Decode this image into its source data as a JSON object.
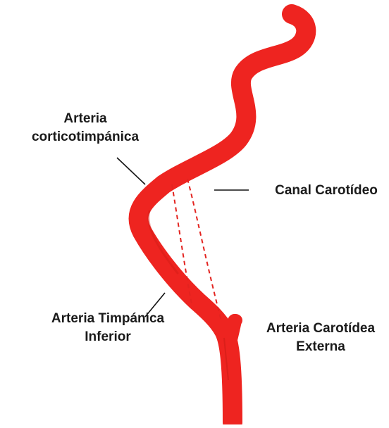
{
  "labels": {
    "corticotympanic": {
      "line1": "Arteria",
      "line2": "corticotimpánica"
    },
    "carotid_canal": "Canal Carotídeo",
    "inferior_tympanic": {
      "line1": "Arteria Timpánica",
      "line2": "Inferior"
    },
    "external_carotid": {
      "line1": "Arteria Carotídea",
      "line2": "Externa"
    }
  },
  "colors": {
    "artery": "#ee2420",
    "artery_shade": "#c81914",
    "dashed_vessel": "#e3231f",
    "leader_line": "#111111",
    "label_text": "#1a1a1a"
  }
}
